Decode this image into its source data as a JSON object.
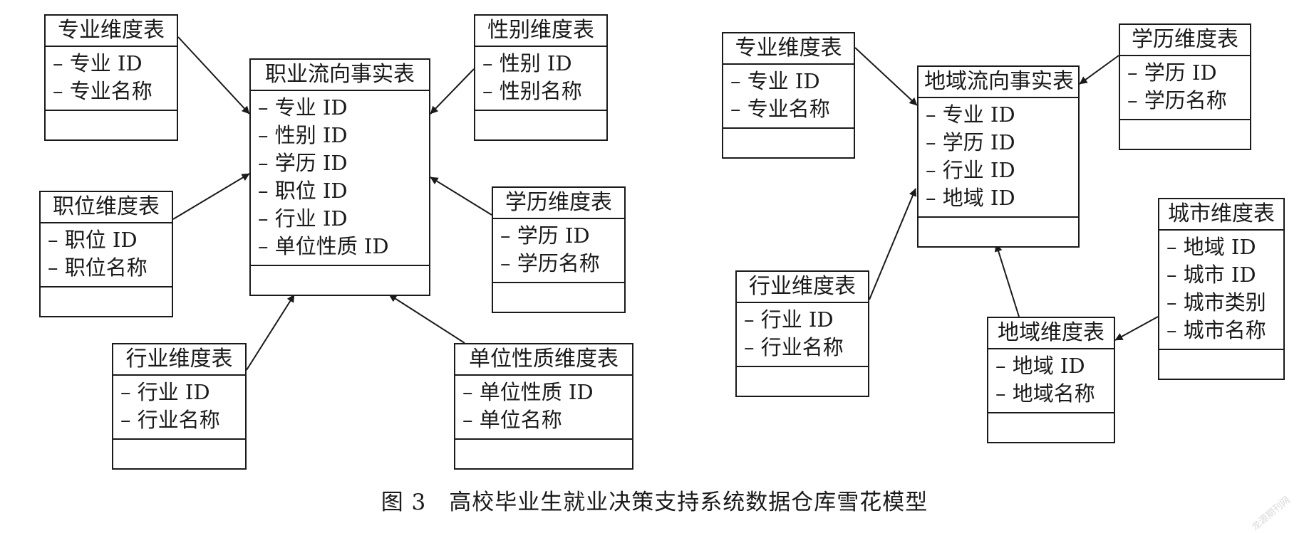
{
  "left": {
    "fact": {
      "title": "职业流向事实表",
      "fields": [
        "– 专业 ID",
        "– 性别 ID",
        "– 学历 ID",
        "– 职位 ID",
        "– 行业 ID",
        "– 单位性质 ID"
      ]
    },
    "major": {
      "title": "专业维度表",
      "fields": [
        "– 专业 ID",
        "– 专业名称"
      ]
    },
    "gender": {
      "title": "性别维度表",
      "fields": [
        "– 性别 ID",
        "– 性别名称"
      ]
    },
    "position": {
      "title": "职位维度表",
      "fields": [
        "– 职位 ID",
        "– 职位名称"
      ]
    },
    "education": {
      "title": "学历维度表",
      "fields": [
        "– 学历 ID",
        "– 学历名称"
      ]
    },
    "industry": {
      "title": "行业维度表",
      "fields": [
        "– 行业 ID",
        "– 行业名称"
      ]
    },
    "unit_nature": {
      "title": "单位性质维度表",
      "fields": [
        "– 单位性质 ID",
        "– 单位名称"
      ]
    }
  },
  "right": {
    "fact": {
      "title": "地域流向事实表",
      "fields": [
        "– 专业 ID",
        "– 学历 ID",
        "– 行业 ID",
        "– 地域 ID"
      ]
    },
    "major": {
      "title": "专业维度表",
      "fields": [
        "– 专业 ID",
        "– 专业名称"
      ]
    },
    "education": {
      "title": "学历维度表",
      "fields": [
        "– 学历 ID",
        "– 学历名称"
      ]
    },
    "industry": {
      "title": "行业维度表",
      "fields": [
        "– 行业 ID",
        "– 行业名称"
      ]
    },
    "region": {
      "title": "地域维度表",
      "fields": [
        "– 地域 ID",
        "– 地域名称"
      ]
    },
    "city": {
      "title": "城市维度表",
      "fields": [
        "– 地域 ID",
        "– 城市 ID",
        "– 城市类别",
        "– 城市名称"
      ]
    }
  },
  "caption": "图 3　高校毕业生就业决策支持系统数据仓库雪花模型",
  "watermark": "龙源期刊网"
}
